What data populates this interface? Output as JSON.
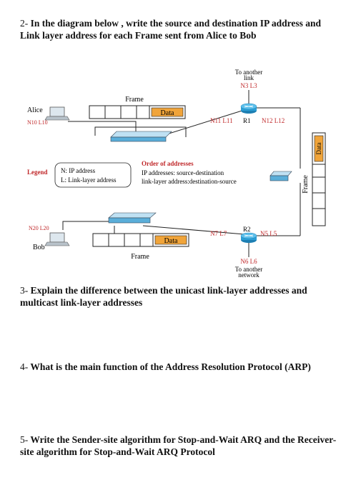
{
  "q2": {
    "number": "2-",
    "text": "In the diagram below , write the source and destination IP address and Link layer address for each Frame sent from Alice to Bob"
  },
  "diagram": {
    "to_another_link": "To another link",
    "n3l3": "N3 L3",
    "frame_top_label": "Frame",
    "data_label": "Data",
    "alice": "Alice",
    "n10l10": "N10 L10",
    "r1_left": "N11 L11",
    "r1": "R1",
    "r1_right": "N12 L12",
    "legend_title": "Legend",
    "legend_n": "N: IP address",
    "legend_l": "L: Link-layer address",
    "order_title": "Order of addresses",
    "order_ip": "IP addresses: source-destination",
    "order_link": "link-layer address:destination-source",
    "frame_vertical_label": "Frame",
    "n20l20": "N20 L20",
    "bob": "Bob",
    "r2_left": "N7 L7",
    "r2": "R2",
    "r2_right": "N5 L5",
    "frame_bottom_label": "Frame",
    "n6l6": "N6 L6",
    "to_another_network": "To another network"
  },
  "q3": {
    "number": "3-",
    "text": "Explain the difference between the unicast link-layer addresses and multicast link-layer addresses"
  },
  "q4": {
    "number": "4-",
    "text": "What is the main function of the Address Resolution Protocol (ARP)"
  },
  "q5": {
    "number": "5-",
    "text": "Write the Sender-site algorithm for Stop-and-Wait ARQ and the Receiver-site algorithm for Stop-and-Wait ARQ Protocol"
  },
  "colors": {
    "data_fill": "#f0a43a",
    "router": "#2a9fd6",
    "switch": "#7cc4e8",
    "legend_red": "#c0282a"
  }
}
